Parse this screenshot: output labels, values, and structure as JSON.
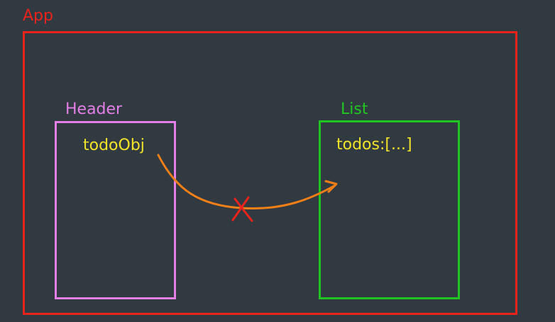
{
  "app": {
    "label": "App",
    "color": "#e8231c"
  },
  "header": {
    "label": "Header",
    "color": "#e37fe6",
    "content": "todoObj"
  },
  "list": {
    "label": "List",
    "color": "#21c521",
    "content": "todos:[...]"
  },
  "content_text_color": "#f1e32a",
  "arrow": {
    "color": "#f07f17"
  },
  "cross": {
    "color": "#e8231c"
  }
}
